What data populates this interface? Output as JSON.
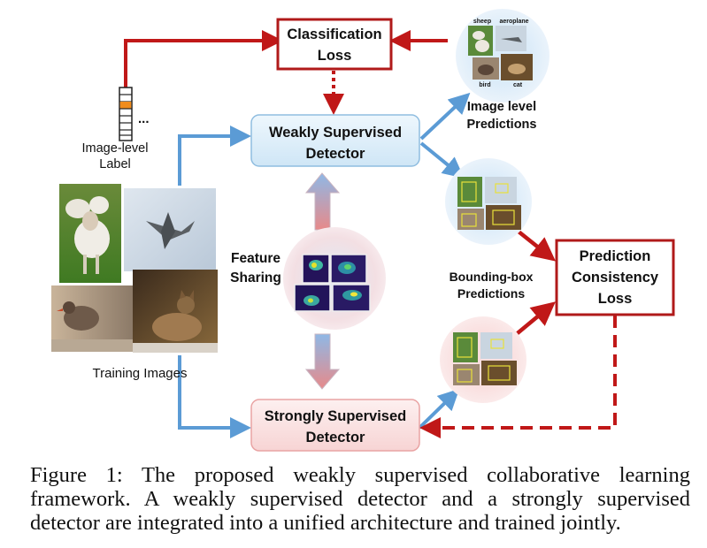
{
  "boxes": {
    "classification_loss": [
      "Classification",
      "Loss"
    ],
    "weakly_detector": [
      "Weakly Supervised",
      "Detector"
    ],
    "strongly_detector": [
      "Strongly Supervised",
      "Detector"
    ],
    "consistency_loss": [
      "Prediction",
      "Consistency",
      "Loss"
    ]
  },
  "labels": {
    "image_level_label": [
      "Image-level",
      "Label"
    ],
    "ellipsis": "...",
    "feature_sharing": [
      "Feature",
      "Sharing"
    ],
    "training_images": "Training Images",
    "image_level_predictions": [
      "Image level",
      "Predictions"
    ],
    "bbox_predictions": [
      "Bounding-box",
      "Predictions"
    ]
  },
  "thumb_labels": [
    "sheep",
    "aeroplane",
    "bird",
    "cat"
  ],
  "caption": "Figure 1:  The proposed weakly supervised collaborative learning framework. A weakly supervised detector and a strongly supervised detector are integrated into a unified architecture and trained jointly.",
  "colors": {
    "loss_border": "#b01a1a",
    "red_arrow": "#c01818",
    "blue_arrow": "#5b9bd5",
    "weak_box_fill": "#dcedf8",
    "strong_box_fill": "#fbe3e3"
  }
}
